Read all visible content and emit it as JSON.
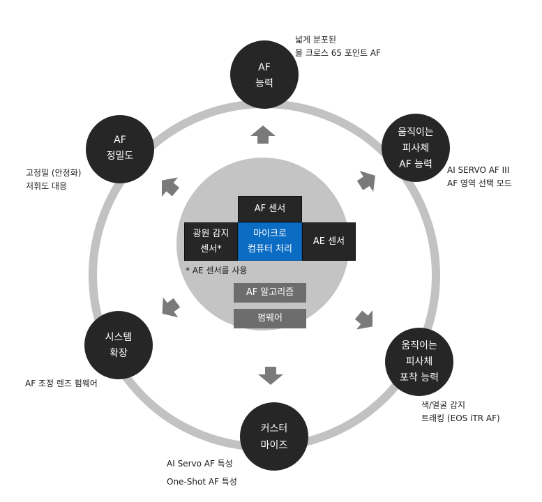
{
  "nodes": {
    "af_capability": {
      "lines": [
        "AF",
        "능력"
      ],
      "caption": [
        "넓게 분포된",
        "올 크로스 65 포인트 AF"
      ]
    },
    "moving_subject_af": {
      "lines": [
        "움직이는",
        "피사체",
        "AF 능력"
      ],
      "caption": [
        "AI SERVO AF III",
        "AF 영역 선택 모드"
      ]
    },
    "moving_subject_tracking": {
      "lines": [
        "움직이는",
        "피사체",
        "포착 능력"
      ],
      "caption": [
        "색/얼굴 감지",
        "트래킹 (EOS iTR AF)"
      ]
    },
    "customize": {
      "lines": [
        "커스터",
        "마이즈"
      ],
      "caption": [
        "AI Servo AF 특성",
        "One-Shot AF 특성"
      ]
    },
    "system_expansion": {
      "lines": [
        "시스템",
        "확장"
      ],
      "caption": [
        "AF 조정 렌즈 펌웨어"
      ]
    },
    "af_precision": {
      "lines": [
        "AF",
        "정밀도"
      ],
      "caption": [
        "고정밀 (안정화)",
        "저휘도 대응"
      ]
    }
  },
  "core": {
    "af_sensor": "AF 센서",
    "light_sensor": [
      "광원 감지",
      "센서*"
    ],
    "microcomputer": [
      "마이크로",
      "컴퓨터 처리"
    ],
    "ae_sensor": "AE 센서",
    "note": "* AE 센서를 사용",
    "algorithm": "AF 알고리즘",
    "firmware": "펌웨어"
  },
  "colors": {
    "ring": "#c2c2c2",
    "center": "#c4c4c4",
    "node": "#262626",
    "arrow": "#7a7a7a",
    "accent_blue": "#0b6cc4"
  }
}
